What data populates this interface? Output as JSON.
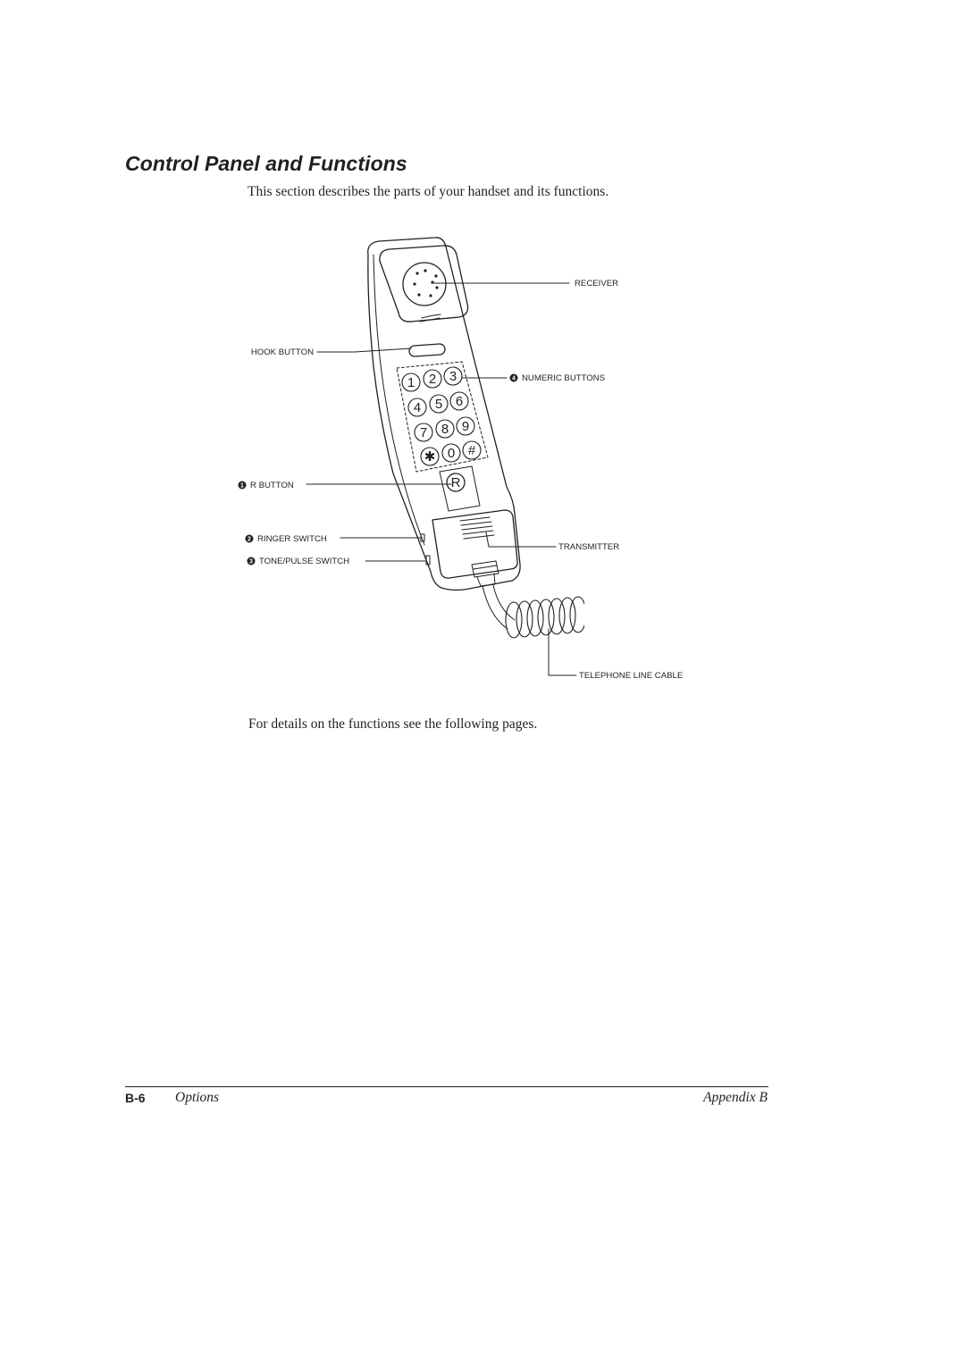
{
  "heading": "Control Panel and Functions",
  "intro": "This section describes the parts of your handset and its functions.",
  "callouts": {
    "receiver": "RECEIVER",
    "hook_button": "HOOK BUTTON",
    "numeric_buttons": "NUMERIC BUTTONS",
    "r_button": "R BUTTON",
    "ringer_switch": "RINGER SWITCH",
    "tone_pulse_switch": "TONE/PULSE SWITCH",
    "transmitter": "TRANSMITTER",
    "telephone_line_cable": "TELEPHONE LINE CABLE"
  },
  "callout_numbers": {
    "r_button": "1",
    "ringer_switch": "2",
    "tone_pulse_switch": "3",
    "numeric_buttons": "4"
  },
  "keypad": {
    "keys": [
      "1",
      "2",
      "3",
      "4",
      "5",
      "6",
      "7",
      "8",
      "9",
      "✱",
      "0",
      "#"
    ],
    "r_key": "R"
  },
  "details": "For details on the functions see the following pages.",
  "footer": {
    "page_number": "B-6",
    "section": "Options",
    "chapter": "Appendix B"
  }
}
